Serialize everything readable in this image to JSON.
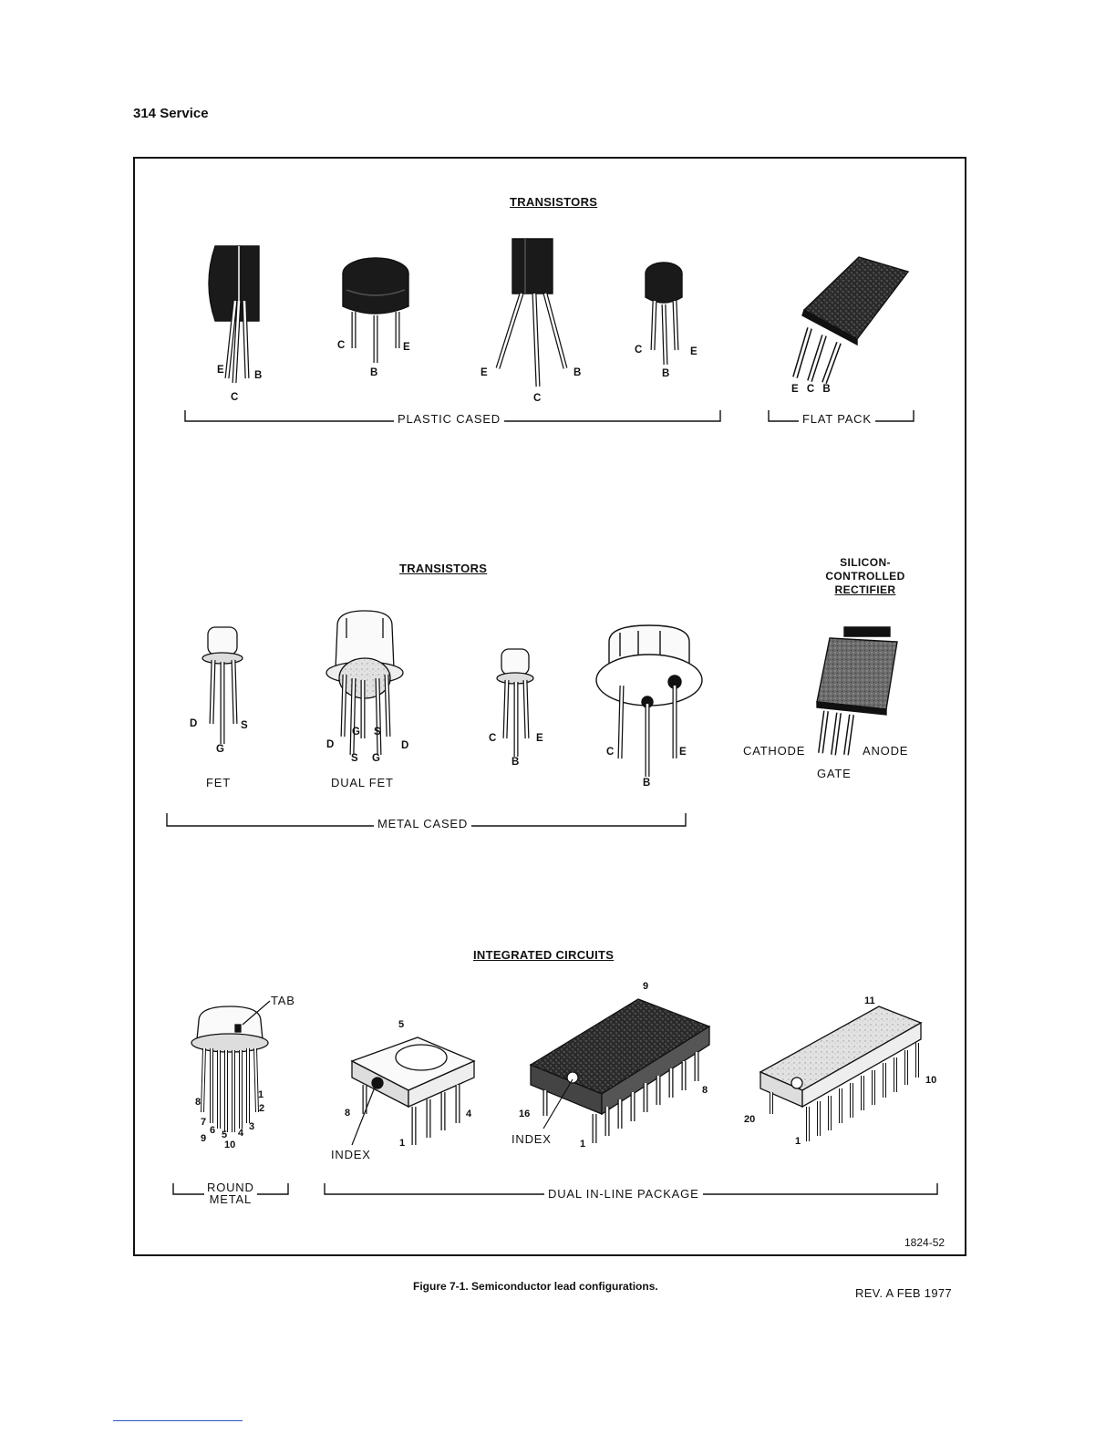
{
  "page": {
    "header": "314 Service",
    "figure_id": "1824-52",
    "caption": "Figure 7-1.  Semiconductor lead configurations.",
    "revision": "REV. A FEB 1977"
  },
  "sections": {
    "top": {
      "title": "TRANSISTORS",
      "plastic_cased": "PLASTIC CASED",
      "flat_pack": "FLAT PACK",
      "lead_labels": {
        "t1": [
          "E",
          "B",
          "C"
        ],
        "t2": [
          "C",
          "E",
          "B"
        ],
        "t3": [
          "E",
          "B",
          "C"
        ],
        "t4": [
          "C",
          "E",
          "B"
        ],
        "flat": "E C B"
      }
    },
    "middle": {
      "title": "TRANSISTORS",
      "scr_title": [
        "SILICON-",
        "CONTROLLED",
        "RECTIFIER"
      ],
      "metal_cased": "METAL CASED",
      "fet": "FET",
      "dual_fet": "DUAL FET",
      "fet_leads": [
        "D",
        "S",
        "G"
      ],
      "dual_fet_leads": [
        "G",
        "S",
        "D",
        "D",
        "S",
        "G"
      ],
      "small_leads": [
        "C",
        "E",
        "B"
      ],
      "large_leads": [
        "C",
        "E",
        "B"
      ],
      "scr_cathode": "CATHODE",
      "scr_anode": "ANODE",
      "scr_gate": "GATE"
    },
    "bottom": {
      "title": "INTEGRATED CIRCUITS",
      "tab": "TAB",
      "round_metal": [
        "ROUND",
        "METAL"
      ],
      "dip": "DUAL IN-LINE PACKAGE",
      "index": "INDEX",
      "round_pins": [
        "8",
        "1",
        "7",
        "2",
        "6",
        "3",
        "5",
        "4",
        "9",
        "10"
      ],
      "dip8_pins": [
        "5",
        "8",
        "4",
        "1"
      ],
      "dip16_pins": [
        "9",
        "8",
        "16",
        "1"
      ],
      "dip20_pins": [
        "11",
        "10",
        "20",
        "1"
      ]
    }
  }
}
